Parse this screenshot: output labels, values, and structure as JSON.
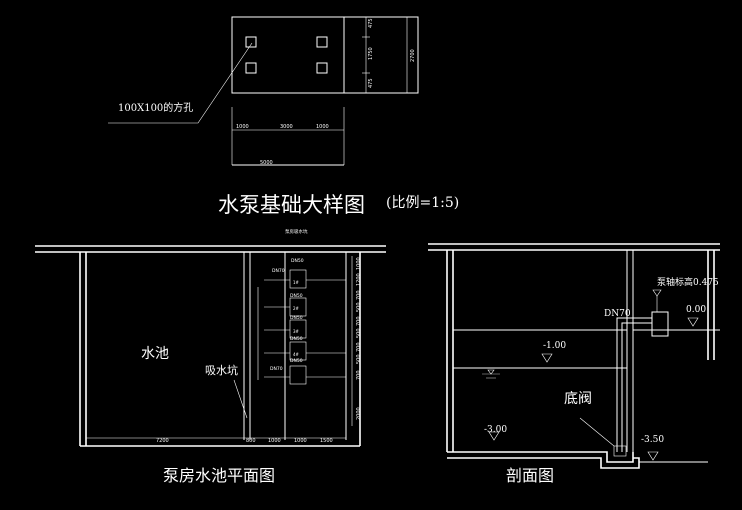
{
  "top_detail": {
    "hole_label": "100X100的方孔",
    "dims_right": [
      "475",
      "1750",
      "475"
    ],
    "dim_total": "2700",
    "dims_bottom": [
      "1000",
      "3000",
      "1000"
    ],
    "dim_bottom_total": "5000"
  },
  "title_main": "水泵基础大样图",
  "title_scale": "(比例=1:5)",
  "plan": {
    "small_title": "泵房吸水坑",
    "pool_label": "水池",
    "pit_label": "吸水坑",
    "pipe_tags": [
      "DN70",
      "DN50",
      "DN50",
      "DN50",
      "DN50",
      "DN50",
      "DN70"
    ],
    "pipe_tags_small": [
      "1#",
      "2#",
      "3#",
      "4#"
    ],
    "dims_bottom": [
      "7200",
      "800",
      "1000",
      "1000",
      "1500"
    ],
    "dims_right": [
      "1000",
      "1200",
      "700",
      "500",
      "700",
      "500",
      "700",
      "500",
      "700",
      "2000"
    ],
    "caption": "泵房水池平面图"
  },
  "section": {
    "pump_axis_label": "泵轴标高0.475",
    "pipe_label": "DN70",
    "level_top": "0.00",
    "level_water": "-1.00",
    "level_bottom_left": "-3.00",
    "level_bottom_right": "-3.50",
    "valve_label": "底阀",
    "caption": "剖面图"
  }
}
